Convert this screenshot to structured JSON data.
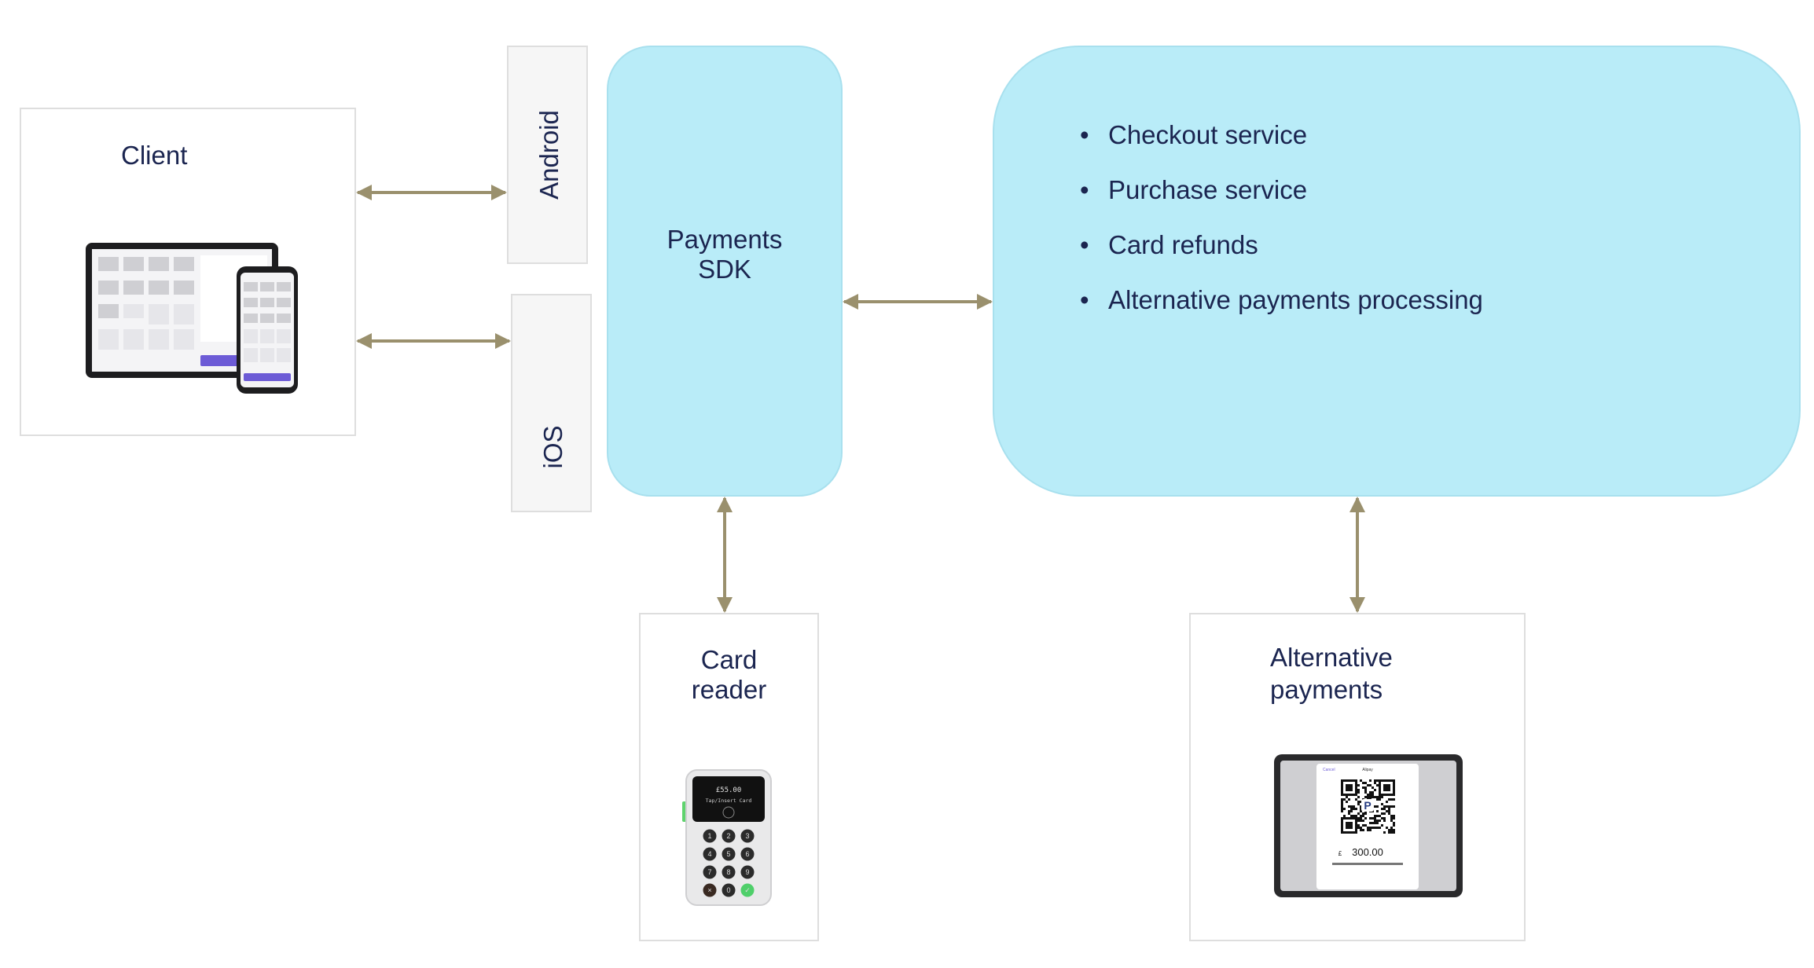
{
  "client": {
    "title": "Client"
  },
  "platforms": {
    "android": "Android",
    "ios": "iOS"
  },
  "sdk": {
    "line1": "Payments",
    "line2": "SDK"
  },
  "services": {
    "items": [
      "Checkout service",
      "Purchase service",
      "Card refunds",
      "Alternative payments processing"
    ]
  },
  "card_reader": {
    "line1": "Card",
    "line2": "reader",
    "display_amount": "£55.00",
    "display_prompt": "Tap/Insert Card",
    "keys": [
      "1",
      "2",
      "3",
      "4",
      "5",
      "6",
      "7",
      "8",
      "9",
      "×",
      "0",
      "✓"
    ]
  },
  "alt_payments": {
    "line1": "Alternative",
    "line2": "payments",
    "amount_symbol": "£",
    "amount": "300.00",
    "modal_left": "Cancel",
    "modal_title": "Alipay"
  },
  "colors": {
    "arrow": "#9a906d",
    "service_fill": "#b9ecf8",
    "text": "#1b2550",
    "accent": "#6c5bd6"
  }
}
